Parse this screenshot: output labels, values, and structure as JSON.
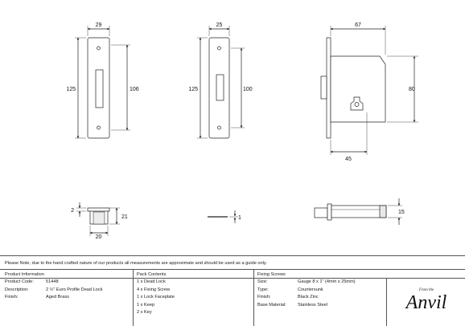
{
  "dimensions": {
    "plate1_width": "29",
    "plate1_height": "125",
    "plate1_inner": "106",
    "plate2_width": "25",
    "plate2_height": "125",
    "plate2_inner": "100",
    "case_width": "67",
    "case_height": "80",
    "backset": "45",
    "keep_depth": "21",
    "keep_lip": "2",
    "keep_width": "20",
    "screw_length": "1",
    "bolt_height": "15"
  },
  "note": "Please Note, due to the hand crafted nature of our products all measurements are approximate and should be used as a guide only.",
  "product_information": {
    "heading": "Product Information",
    "rows": [
      {
        "label": "Product Code:",
        "value": "51448"
      },
      {
        "label": "Description:",
        "value": "2 ½\" Euro Profile Dead Lock"
      },
      {
        "label": "Finish:",
        "value": "Aged Brass"
      }
    ]
  },
  "pack_contents": {
    "heading": "Pack Contents",
    "items": [
      "1 x Dead Lock",
      "4 x Fixing Screw",
      "1 x Lock Faceplate",
      "1 x Keep",
      "2 x Key"
    ]
  },
  "fixing_screws": {
    "heading": "Fixing Screws",
    "rows": [
      {
        "label": "Size:",
        "value": "Gauge 8 x 1\" (4mm x 25mm)"
      },
      {
        "label": "Type:",
        "value": "Countersunk"
      },
      {
        "label": "Finish:",
        "value": "Black Zinc"
      },
      {
        "label": "Base Material:",
        "value": "Stainless Steel"
      }
    ]
  },
  "brand": {
    "small_text": "From the",
    "name": "Anvil"
  }
}
